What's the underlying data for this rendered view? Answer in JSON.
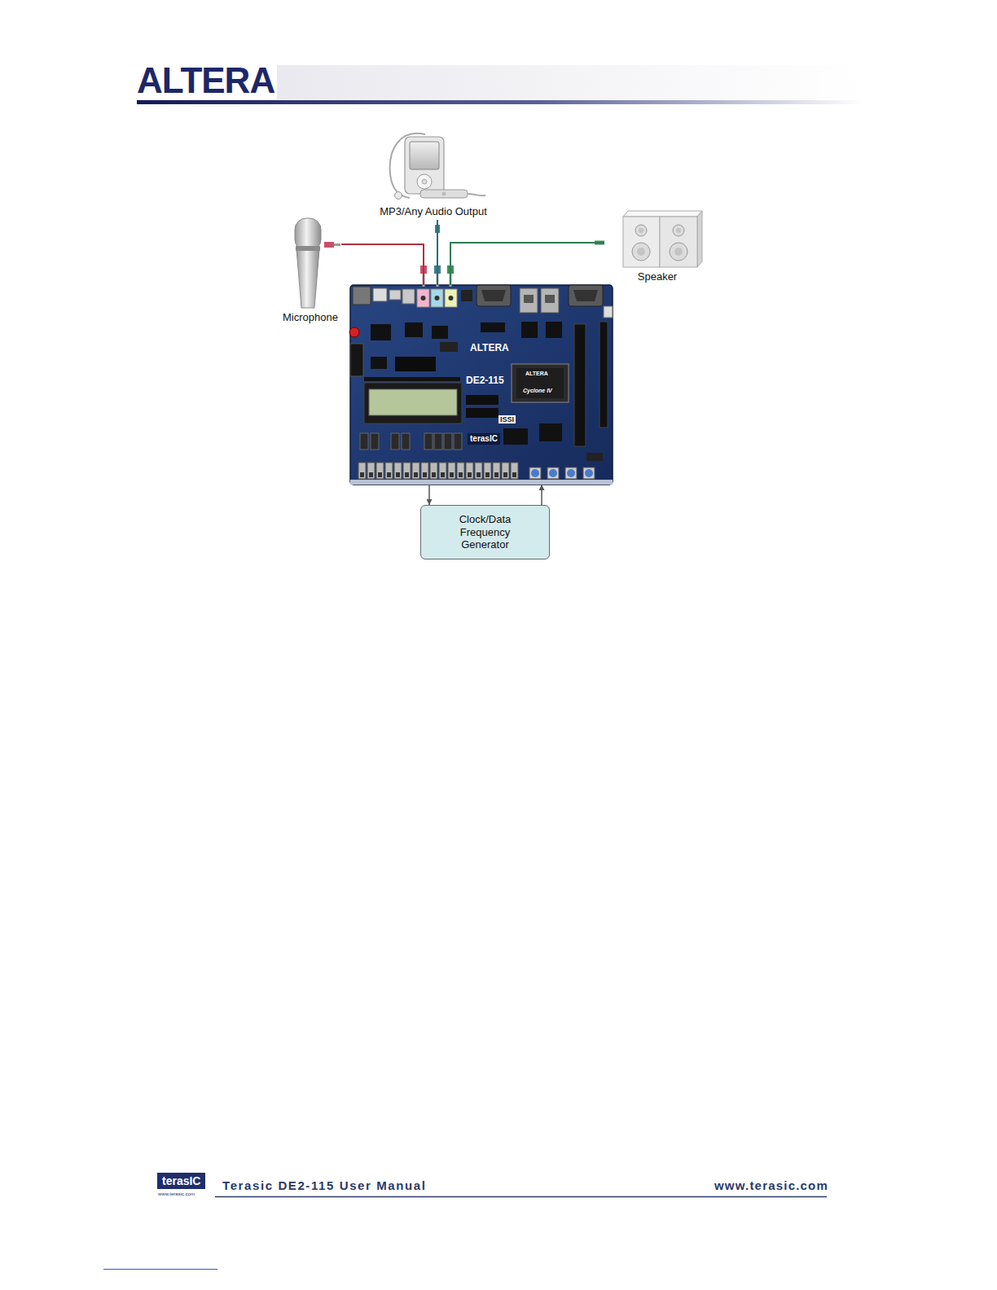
{
  "diagram": {
    "nodes": [
      {
        "text": [
          "MP3/Any Audio Output"
        ]
      },
      {
        "text": [
          "Microphone"
        ]
      },
      {
        "text": [
          "Speaker"
        ]
      },
      {
        "text": [
          "DE2-115"
        ]
      },
      {
        "text": [
          "Clock/Data Frequency Generator"
        ]
      }
    ],
    "edges": [
      {
        "from": 1,
        "to": 3,
        "arrow": "none"
      },
      {
        "from": 0,
        "to": 3,
        "arrow": "none"
      },
      {
        "from": 3,
        "to": 2,
        "arrow": "none"
      },
      {
        "from": 3,
        "to": 4,
        "arrow": "to"
      },
      {
        "from": 4,
        "to": 3,
        "arrow": "to"
      }
    ],
    "labels": [
      "ALTERA",
      "ALTERA",
      "ALTERA",
      "Cyclone IV",
      "ISSI",
      "terasIC",
      "terasIC",
      "www.terasic.com",
      "Terasic DE2-115 User Manual",
      "www.terasic.com"
    ]
  }
}
